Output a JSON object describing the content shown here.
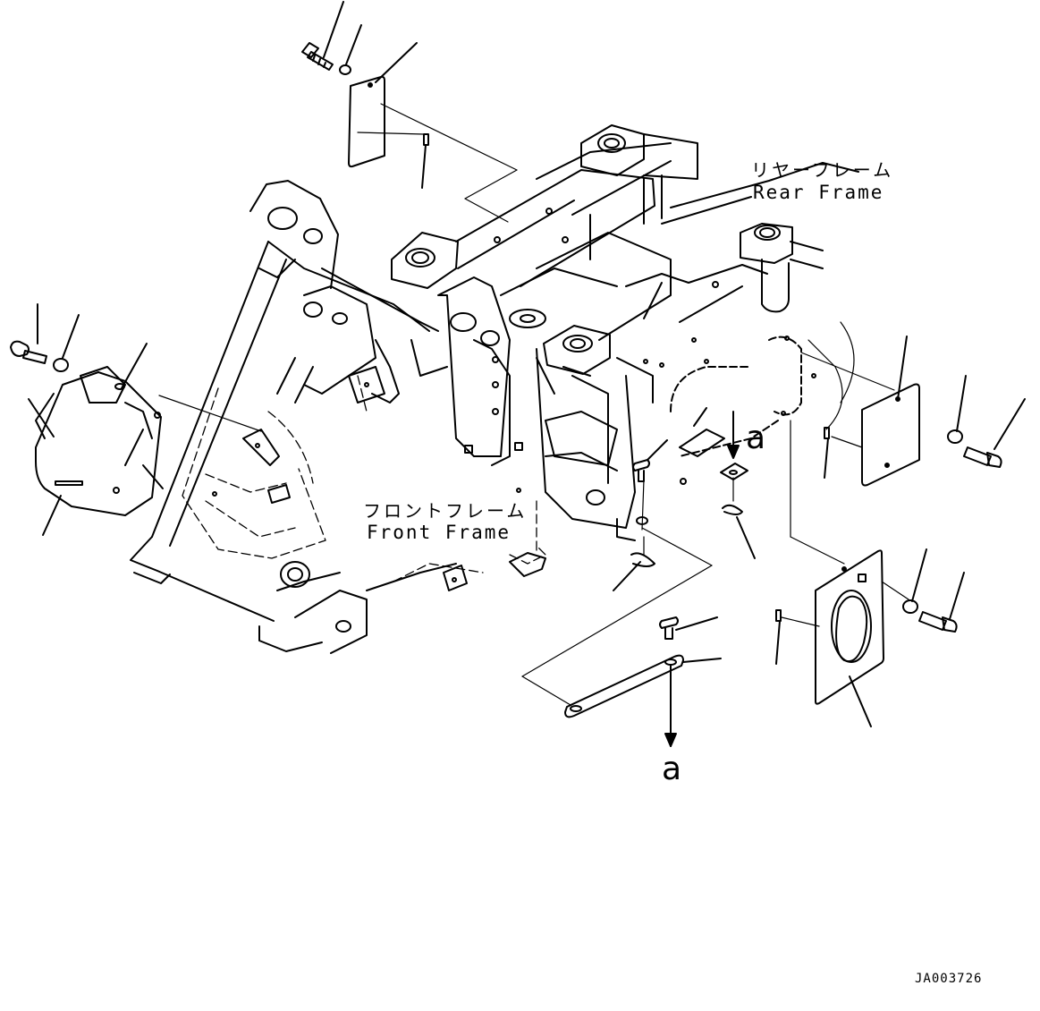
{
  "labels": {
    "rear_frame_jp": "リヤーフレーム",
    "rear_frame_en": "Rear Frame",
    "front_frame_jp": "フロントフレーム",
    "front_frame_en": "Front Frame",
    "view_a_upper": "a",
    "view_a_lower": "a",
    "drawing_code": "JA003726"
  },
  "colors": {
    "ink": "#000000",
    "paper": "#ffffff"
  }
}
